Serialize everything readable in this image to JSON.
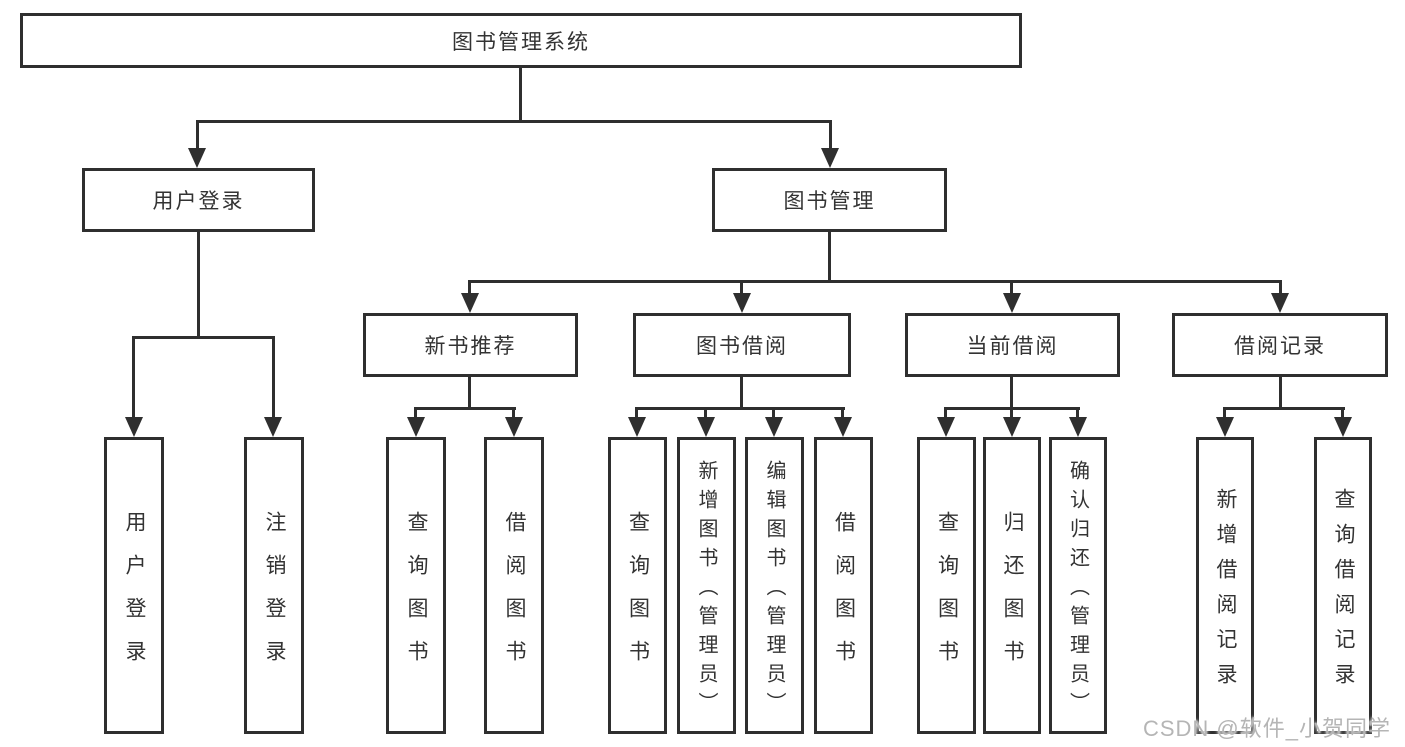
{
  "title": "图书管理系统",
  "tree": {
    "label": "图书管理系统",
    "children": [
      {
        "label": "用户登录",
        "children": [
          {
            "label": "用户登录"
          },
          {
            "label": "注销登录"
          }
        ]
      },
      {
        "label": "图书管理",
        "children": [
          {
            "label": "新书推荐",
            "children": [
              {
                "label": "查询图书"
              },
              {
                "label": "借阅图书"
              }
            ]
          },
          {
            "label": "图书借阅",
            "children": [
              {
                "label": "查询图书"
              },
              {
                "label": "新增图书（管理员）"
              },
              {
                "label": "编辑图书（管理员）"
              },
              {
                "label": "借阅图书"
              }
            ]
          },
          {
            "label": "当前借阅",
            "children": [
              {
                "label": "查询图书"
              },
              {
                "label": "归还图书"
              },
              {
                "label": "确认归还（管理员）"
              }
            ]
          },
          {
            "label": "借阅记录",
            "children": [
              {
                "label": "新增借阅记录"
              },
              {
                "label": "查询借阅记录"
              }
            ]
          }
        ]
      }
    ]
  },
  "watermark": "CSDN @软件_小贺同学",
  "colors": {
    "line": "#2f2f2f",
    "text": "#333333",
    "background": "#ffffff",
    "watermark": "#b5b5b5"
  }
}
